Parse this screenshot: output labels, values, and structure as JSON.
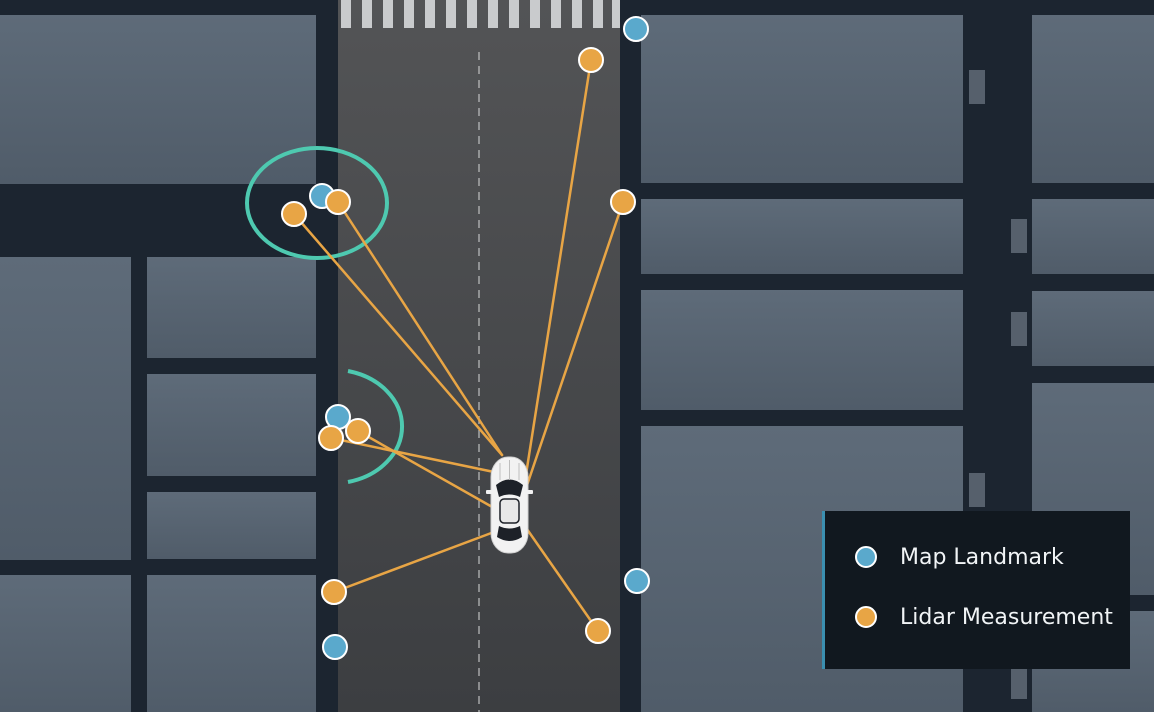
{
  "legend": {
    "items": [
      {
        "label": "Map Landmark",
        "color": "#5aa9cc"
      },
      {
        "label": "Lidar Measurement",
        "color": "#e8a545"
      }
    ]
  },
  "colors": {
    "background": "#1c2530",
    "block": "#5b6978",
    "road": "#4f5153",
    "measurement_line": "#e8a545",
    "association_ring": "#4ec9b0",
    "vehicle": "#f2f2f2"
  },
  "icons": {
    "vehicle": "car-top-view-icon",
    "landmark": "circle-marker",
    "measurement": "circle-marker"
  }
}
